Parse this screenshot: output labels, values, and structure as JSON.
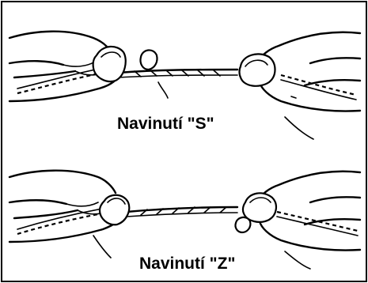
{
  "figures": [
    {
      "id": "s-twist",
      "caption": "Navinutí \"S\"",
      "twist": "S"
    },
    {
      "id": "z-twist",
      "caption": "Navinutí \"Z\"",
      "twist": "Z"
    }
  ],
  "colors": {
    "ink": "#000000",
    "background": "#ffffff"
  }
}
